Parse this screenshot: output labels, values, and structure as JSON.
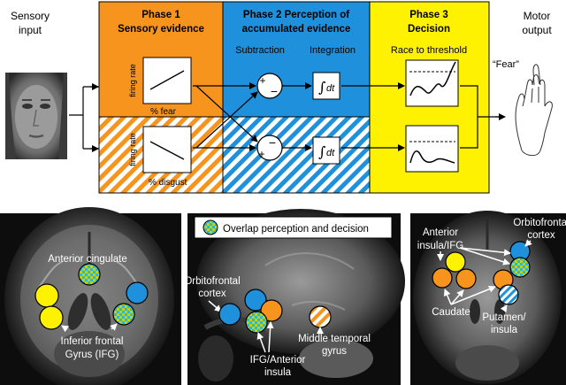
{
  "top": {
    "sensory_input": [
      "Sensory",
      "input"
    ],
    "motor_output": [
      "Motor",
      "output"
    ],
    "fear_quote": "“Fear”",
    "phase1": {
      "title_line1": "Phase 1",
      "title_line2": "Sensory evidence",
      "y_axis": "firing rate",
      "x_fear": "% fear",
      "x_disgust": "% disgust"
    },
    "phase2": {
      "title_line1": "Phase 2 Perception of",
      "title_line2": "accumulated evidence",
      "subtraction": "Subtraction",
      "integration": "Integration",
      "integral": "dt"
    },
    "phase3": {
      "title_line1": "Phase 3",
      "title_line2": "Decision",
      "race": "Race to threshold"
    }
  },
  "colors": {
    "orange": "#F7941D",
    "blue": "#1E90DC",
    "yellow": "#FFF200",
    "checker_a": "#25B8E0",
    "checker_b": "#C8D400"
  },
  "legend": {
    "overlap": "Overlap perception and decision"
  },
  "panel_left": {
    "anterior_cingulate": "Anterior cingulate",
    "ifg": [
      "Inferior frontal",
      "Gyrus (IFG)"
    ]
  },
  "panel_mid": {
    "ofc": [
      "Orbitofrontal",
      "cortex"
    ],
    "ifg_ai": [
      "IFG/Anterior",
      "insula"
    ],
    "mtg": [
      "Middle temporal",
      "gyrus"
    ]
  },
  "panel_right": {
    "ofc": [
      "Orbitofrontal",
      "cortex"
    ],
    "ai_ifg": [
      "Anterior",
      "insula/IFG"
    ],
    "caudate": "Caudate",
    "putamen": [
      "Putamen/",
      "insula"
    ]
  }
}
